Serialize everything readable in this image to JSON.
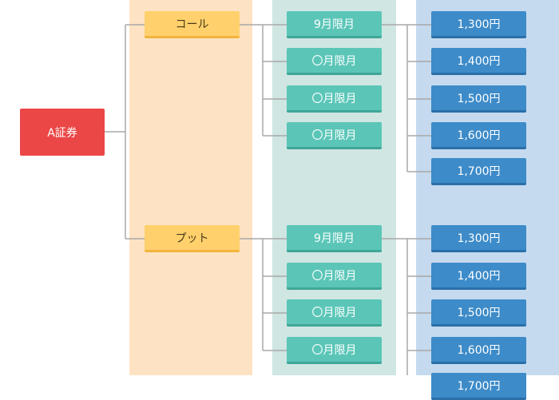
{
  "root": {
    "label": "A証券"
  },
  "types": [
    {
      "label": "コール",
      "months": [
        "9月限月",
        "〇月限月",
        "〇月限月",
        "〇月限月"
      ],
      "strikes": [
        "1,300円",
        "1,400円",
        "1,500円",
        "1,600円",
        "1,700円"
      ]
    },
    {
      "label": "プット",
      "months": [
        "9月限月",
        "〇月限月",
        "〇月限月",
        "〇月限月"
      ],
      "strikes": [
        "1,300円",
        "1,400円",
        "1,500円",
        "1,600円",
        "1,700円"
      ]
    }
  ],
  "colors": {
    "root": "#eb4747",
    "type_node": "#ffd06c",
    "month_node": "#5bc6b8",
    "strike_node": "#3d8bc9",
    "type_band": "#fde3c3",
    "month_band": "#cfe6e2",
    "strike_band": "#c5daef",
    "connector": "#a8a8a8"
  }
}
